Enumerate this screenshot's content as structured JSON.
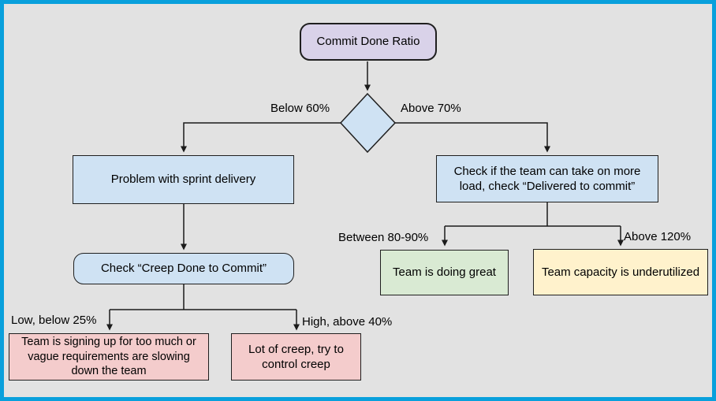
{
  "diagram": {
    "root_node": {
      "label": "Commit Done Ratio"
    },
    "decision": {
      "left_label": "Below 60%",
      "right_label": "Above 70%"
    },
    "nodes": {
      "problem": {
        "label": "Problem with sprint delivery"
      },
      "check_creep": {
        "label": "Check “Creep Done to Commit”"
      },
      "check_load": {
        "label": "Check if the team can take on more load, check “Delivered to commit”"
      },
      "too_much": {
        "label": "Team is signing up for too much or vague requirements are slowing down the team"
      },
      "lot_of_creep": {
        "label": "Lot of creep, try to control creep"
      },
      "doing_great": {
        "label": "Team is doing great"
      },
      "underutilized": {
        "label": "Team capacity is underutilized"
      }
    },
    "branch_labels": {
      "low": "Low, below 25%",
      "high": "High, above 40%",
      "between": "Between 80-90%",
      "above_120": "Above 120%"
    }
  },
  "colors": {
    "frame_border": "#09a0dc",
    "background": "#e2e2e2",
    "node_purple": "#d9d2e9",
    "node_blue": "#cfe2f3",
    "node_pink": "#f4cccc",
    "node_green": "#d9ead3",
    "node_yellow": "#fff2cc",
    "line": "#1b1b1b"
  }
}
